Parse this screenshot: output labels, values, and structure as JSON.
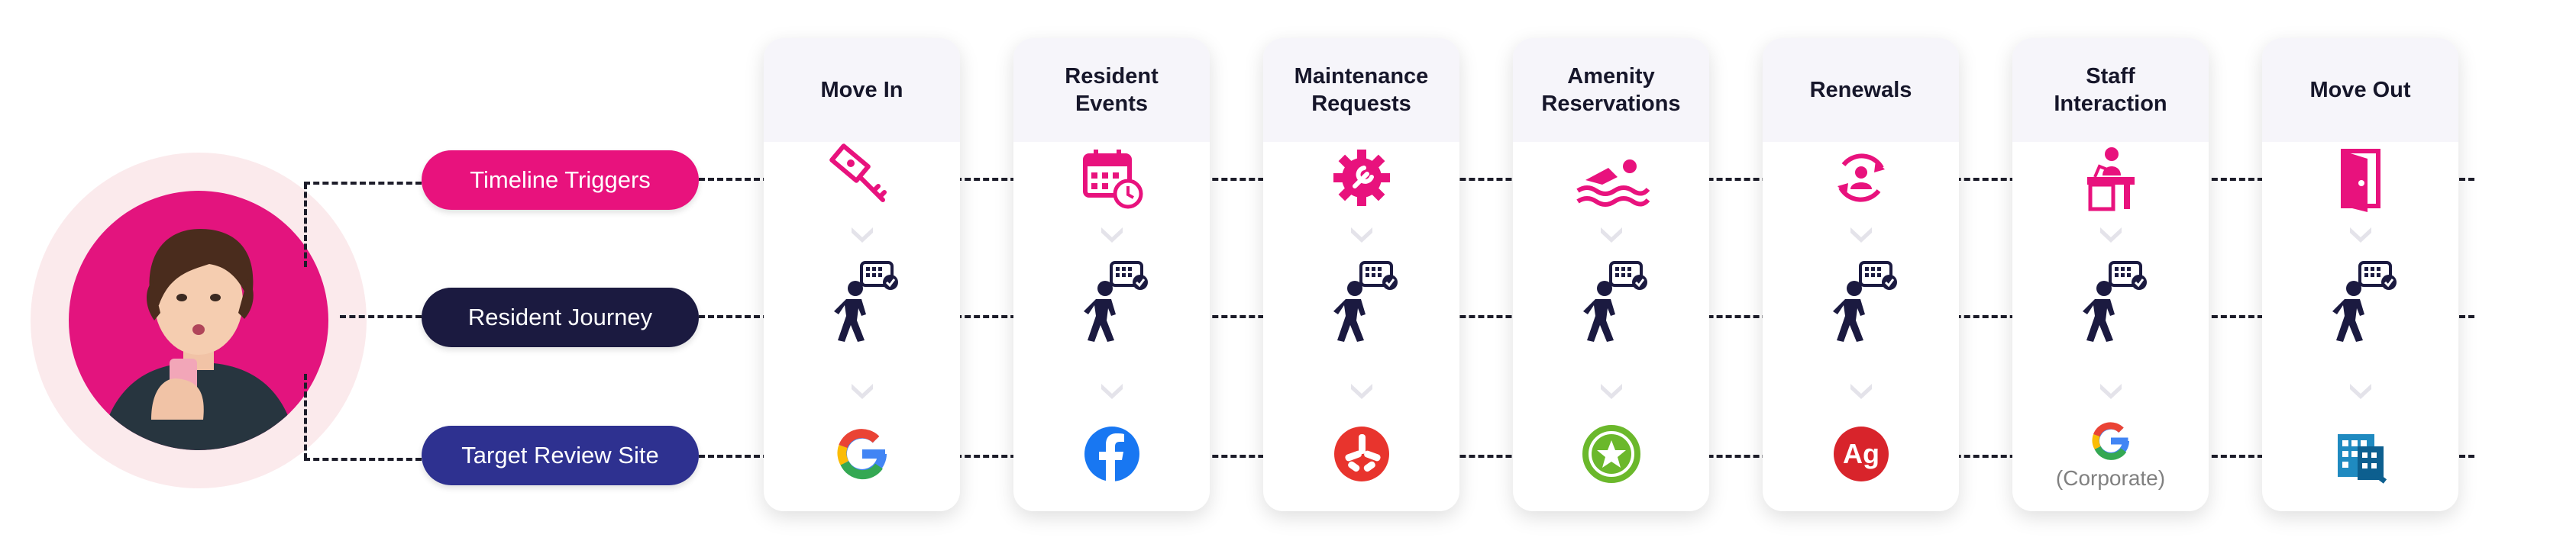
{
  "rows": [
    {
      "label": "Timeline Triggers",
      "color": "#e8127d"
    },
    {
      "label": "Resident Journey",
      "color": "#1b1a40"
    },
    {
      "label": "Target Review Site",
      "color": "#2e3190"
    }
  ],
  "stages": [
    {
      "title": "Move In",
      "trigger_icon": "key-icon",
      "review_icon": "google-logo-icon",
      "caption": ""
    },
    {
      "title": "Resident\nEvents",
      "trigger_icon": "calendar-clock-icon",
      "review_icon": "facebook-logo-icon",
      "caption": ""
    },
    {
      "title": "Maintenance\nRequests",
      "trigger_icon": "gear-wrench-icon",
      "review_icon": "yelp-logo-icon",
      "caption": ""
    },
    {
      "title": "Amenity\nReservations",
      "trigger_icon": "swimmer-icon",
      "review_icon": "star-badge-icon",
      "caption": ""
    },
    {
      "title": "Renewals",
      "trigger_icon": "renew-person-icon",
      "review_icon": "ag-logo-icon",
      "caption": ""
    },
    {
      "title": "Staff\nInteraction",
      "trigger_icon": "staff-desk-icon",
      "review_icon": "google-logo-icon",
      "caption": "(Corporate)"
    },
    {
      "title": "Move Out",
      "trigger_icon": "door-exit-icon",
      "review_icon": "apartments-logo-icon",
      "caption": ""
    }
  ],
  "colors": {
    "accent_pink": "#e8127d",
    "navy": "#1b1a40",
    "indigo": "#2e3190",
    "avatar_bg": "#e3147e",
    "avatar_ring": "#fbeaec"
  }
}
